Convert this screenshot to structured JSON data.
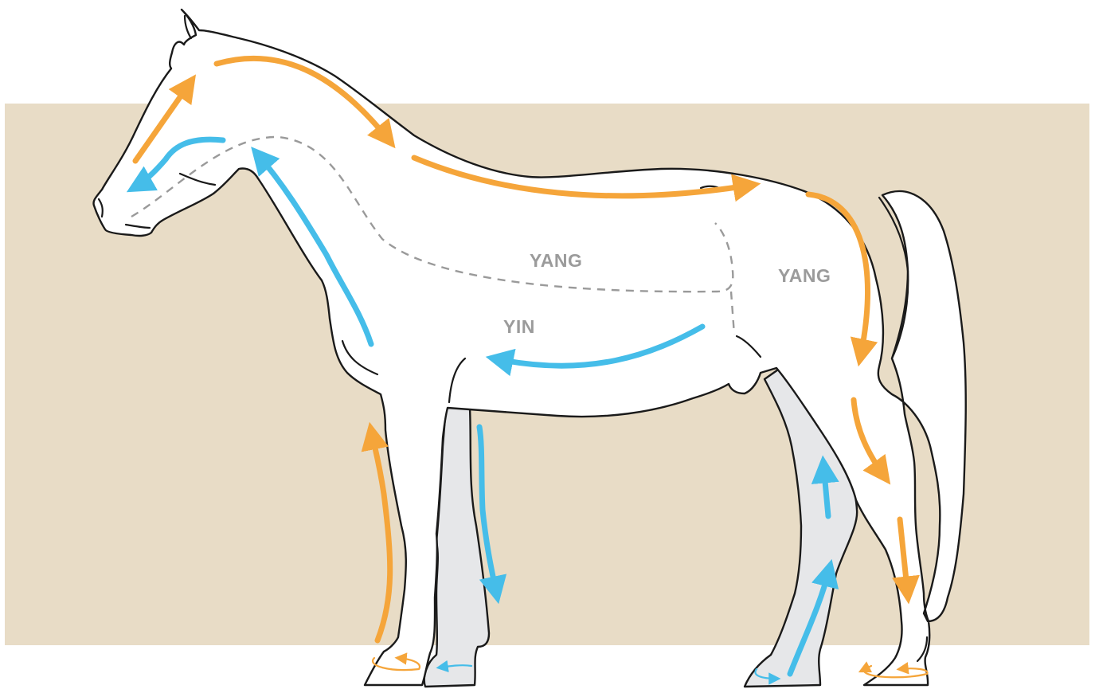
{
  "colors": {
    "background_band": "#e8dcc6",
    "outline": "#1a1a1a",
    "body_fill": "#ffffff",
    "far_leg_fill": "#e6e7e9",
    "yang_flow": "#f5a53a",
    "yin_flow": "#45bde9",
    "divider": "#9a9a9a",
    "label_text": "#9b9b9b"
  },
  "labels": {
    "yang_upper": "YANG",
    "yang_hind": "YANG",
    "yin": "YIN"
  },
  "legend_semantics": {
    "orange_arrows": "yang-flow",
    "blue_arrows": "yin-flow",
    "dashed_line": "yin-yang-divider"
  }
}
